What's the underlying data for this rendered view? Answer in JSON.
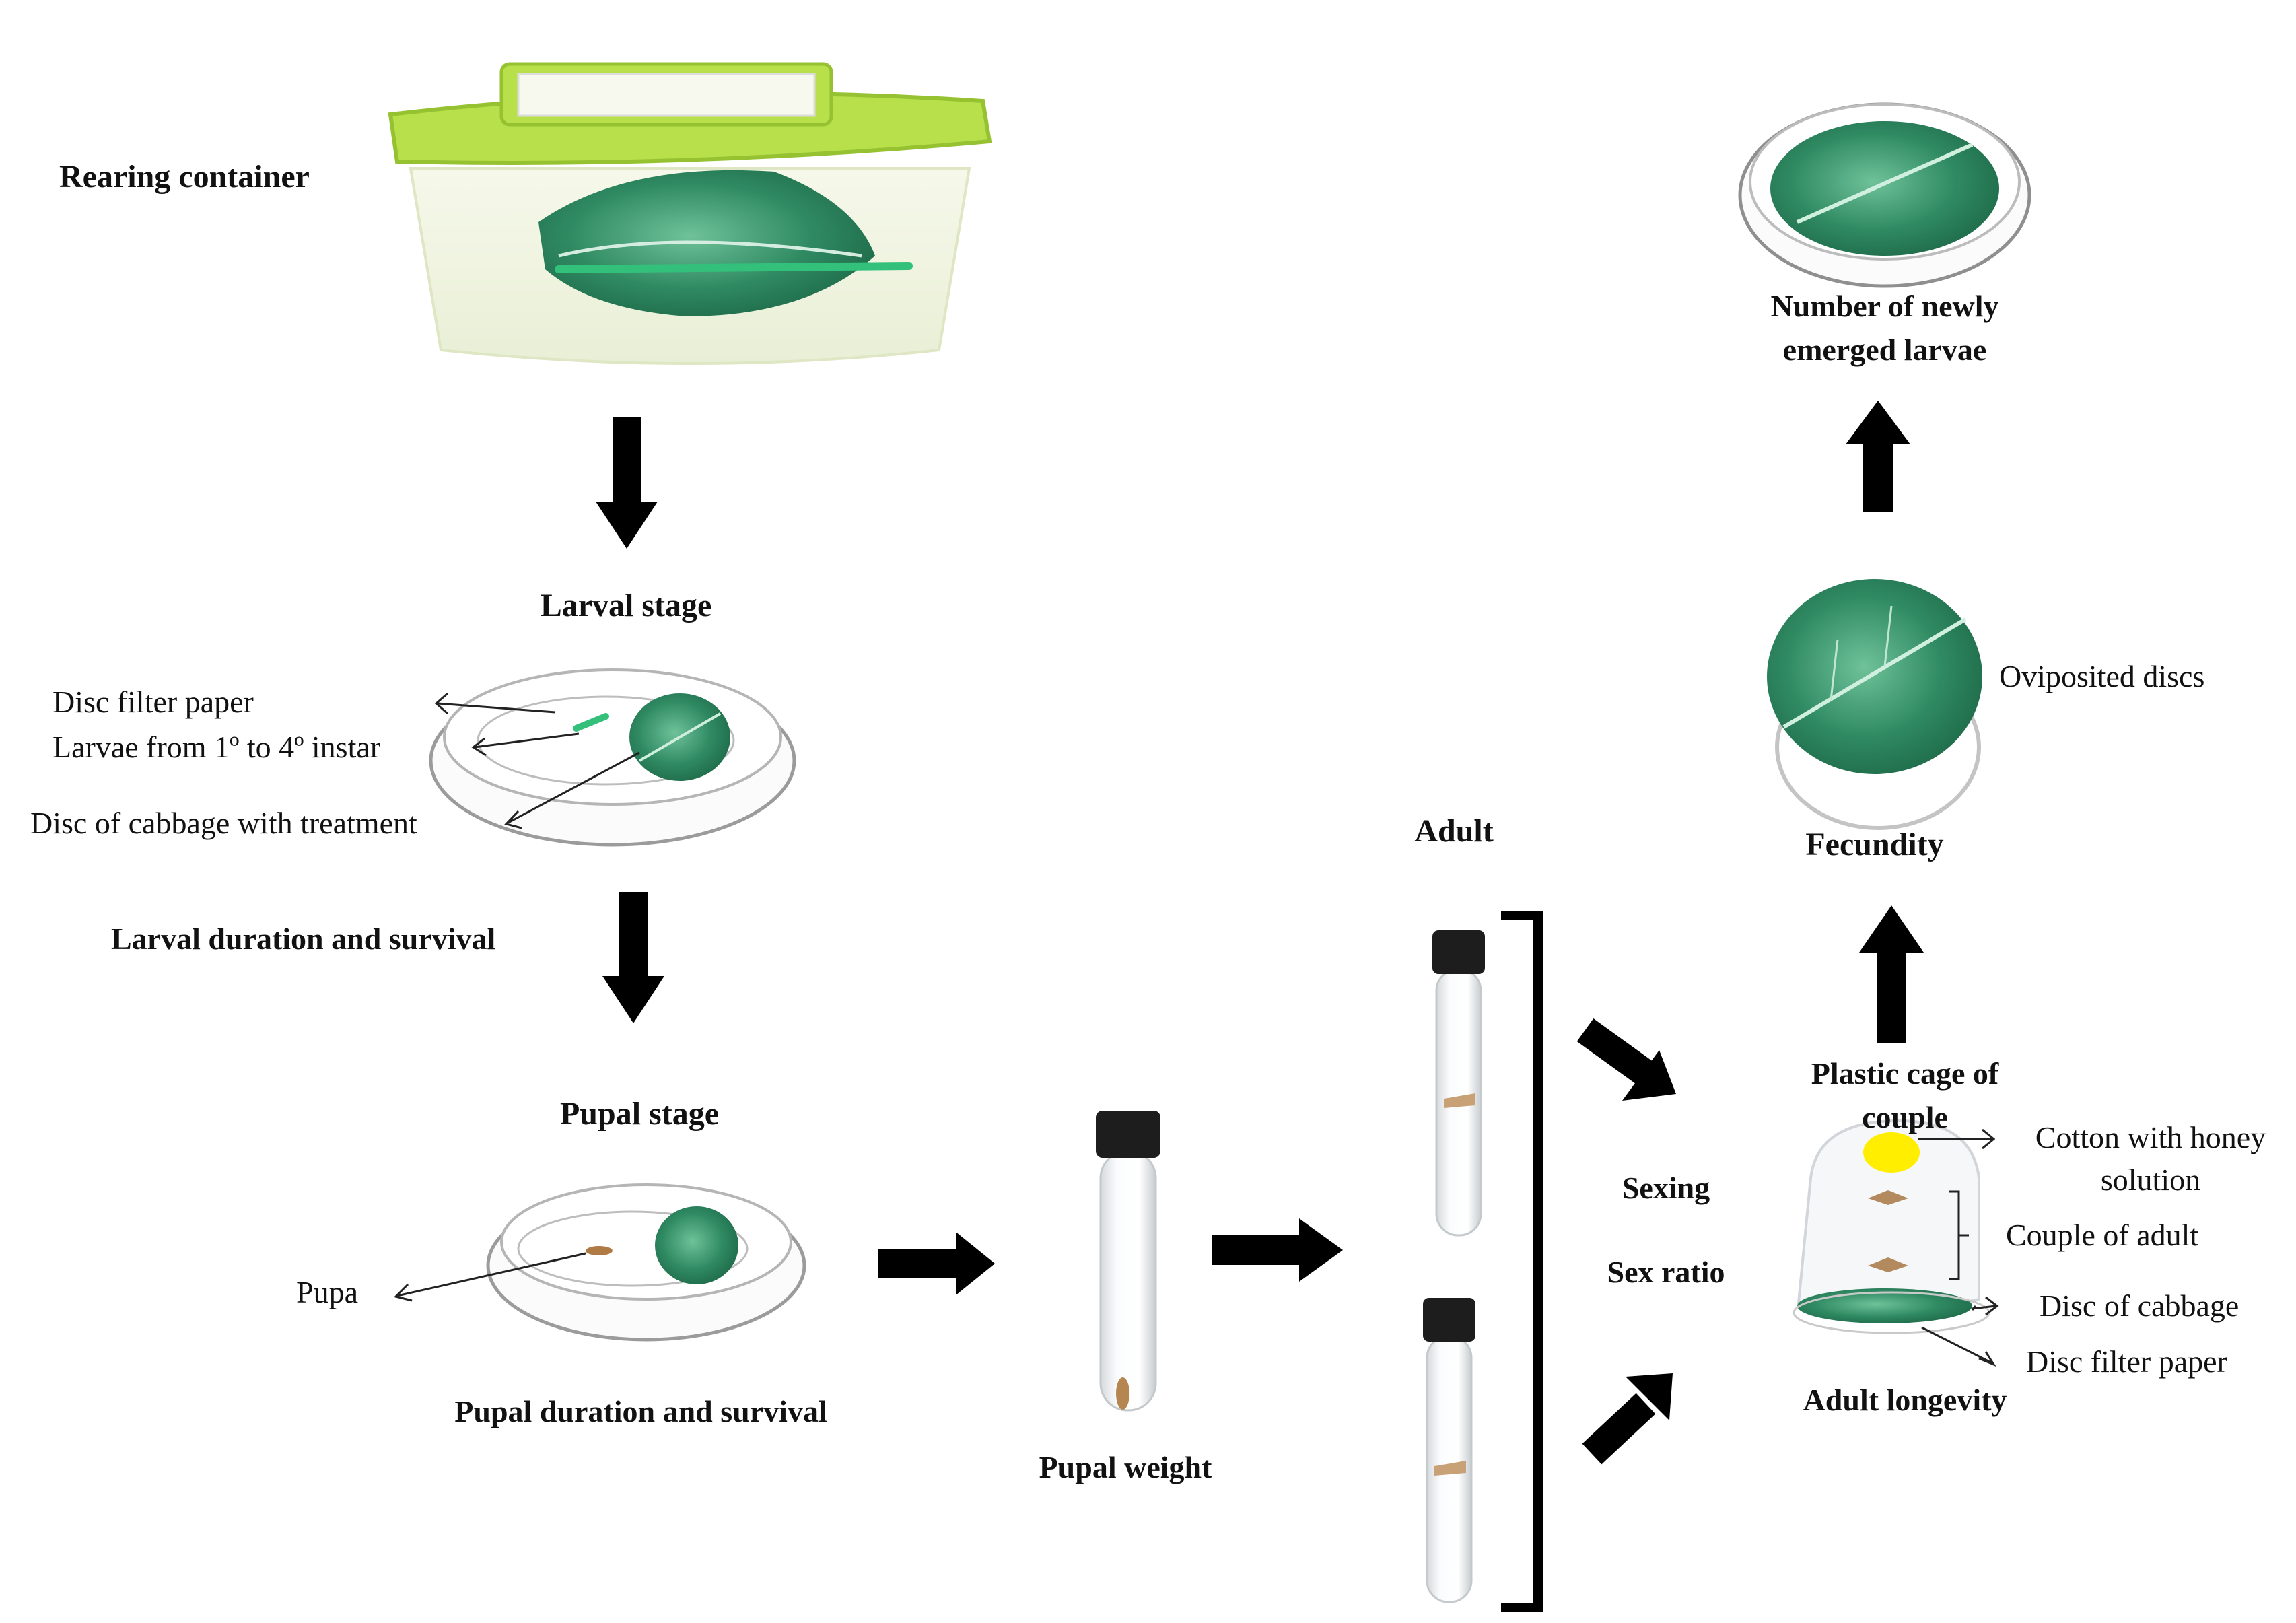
{
  "rearing": {
    "container_label": "Rearing container"
  },
  "larval": {
    "stage_label": "Larval stage",
    "disc_filter_paper": "Disc filter paper",
    "larvae_instar": "Larvae from 1º to 4º instar",
    "disc_cabbage_treatment": "Disc of cabbage with treatment",
    "duration_survival": "Larval duration and survival"
  },
  "pupal": {
    "stage_label": "Pupal  stage",
    "pupa": "Pupa",
    "duration_survival": "Pupal duration and survival",
    "weight": "Pupal weight"
  },
  "adult": {
    "label": "Adult",
    "sexing": "Sexing",
    "sex_ratio": "Sex ratio"
  },
  "cage": {
    "title_line1": "Plastic cage of",
    "title_line2": "couple",
    "cotton_line1": "Cotton with honey",
    "cotton_line2": "solution",
    "couple_of_adult": "Couple of adult",
    "disc_of_cabbage": "Disc of cabbage",
    "disc_filter_paper": "Disc filter paper",
    "longevity": "Adult longevity"
  },
  "fecundity": {
    "label": "Fecundity",
    "oviposited": "Oviposited discs"
  },
  "emerged": {
    "line1": "Number of newly",
    "line2": "emerged larvae"
  },
  "colors": {
    "leaf": "#2f8a62",
    "lid": "#b7e04a",
    "arrow": "#000000",
    "honey": "#ffee00"
  }
}
